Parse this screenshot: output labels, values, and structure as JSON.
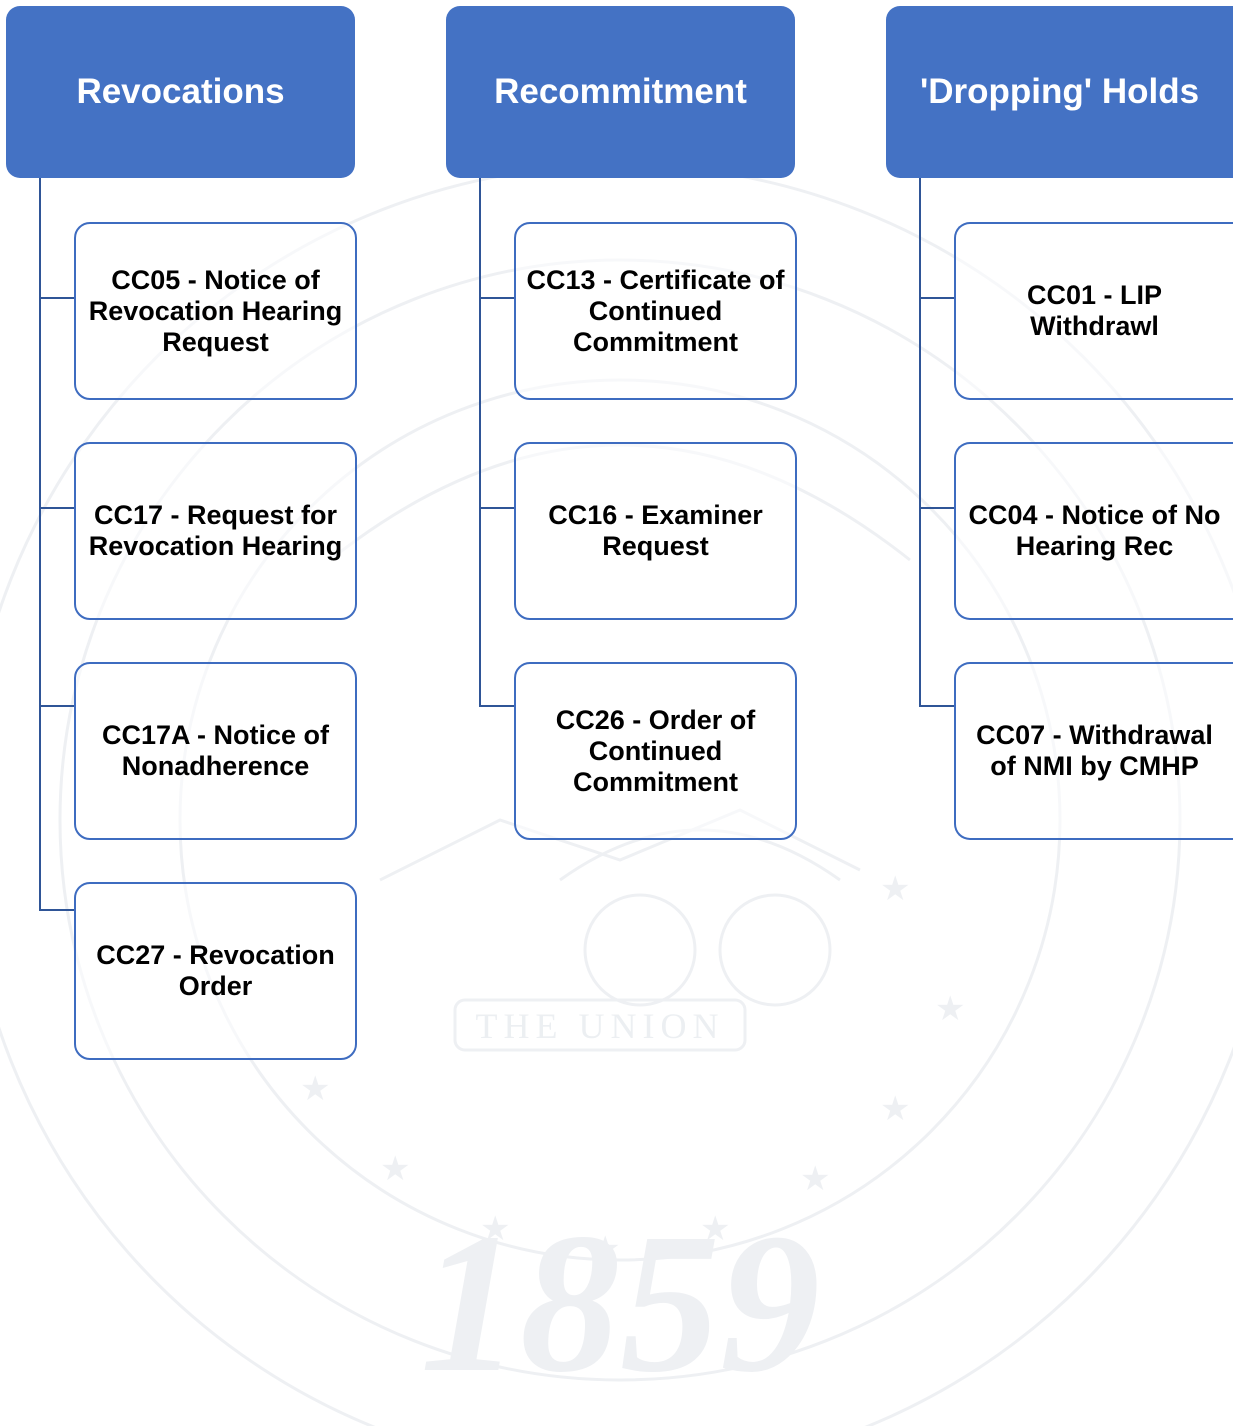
{
  "colors": {
    "header_fill": "#4472c4",
    "header_text": "#ffffff",
    "child_border": "#3e6cc0",
    "connector": "#2f5597",
    "watermark": "#eef0f3"
  },
  "watermark": {
    "banner_text": "THE UNION",
    "year": "1859"
  },
  "columns": [
    {
      "header": "Revocations",
      "items": [
        "CC05 - Notice of Revocation Hearing Request",
        "CC17 - Request for Revocation Hearing",
        "CC17A - Notice of Nonadherence",
        "CC27 - Revocation Order"
      ]
    },
    {
      "header": "Recommitment",
      "items": [
        "CC13 - Certificate of Continued Commitment",
        "CC16 - Examiner Request",
        "CC26 - Order of Continued Commitment"
      ]
    },
    {
      "header": "'Dropping' Holds",
      "items": [
        "CC01 - LIP Withdrawl",
        "CC04 - Notice of No Hearing Rec",
        "CC07 - Withdrawal of NMI by CMHP"
      ]
    }
  ]
}
